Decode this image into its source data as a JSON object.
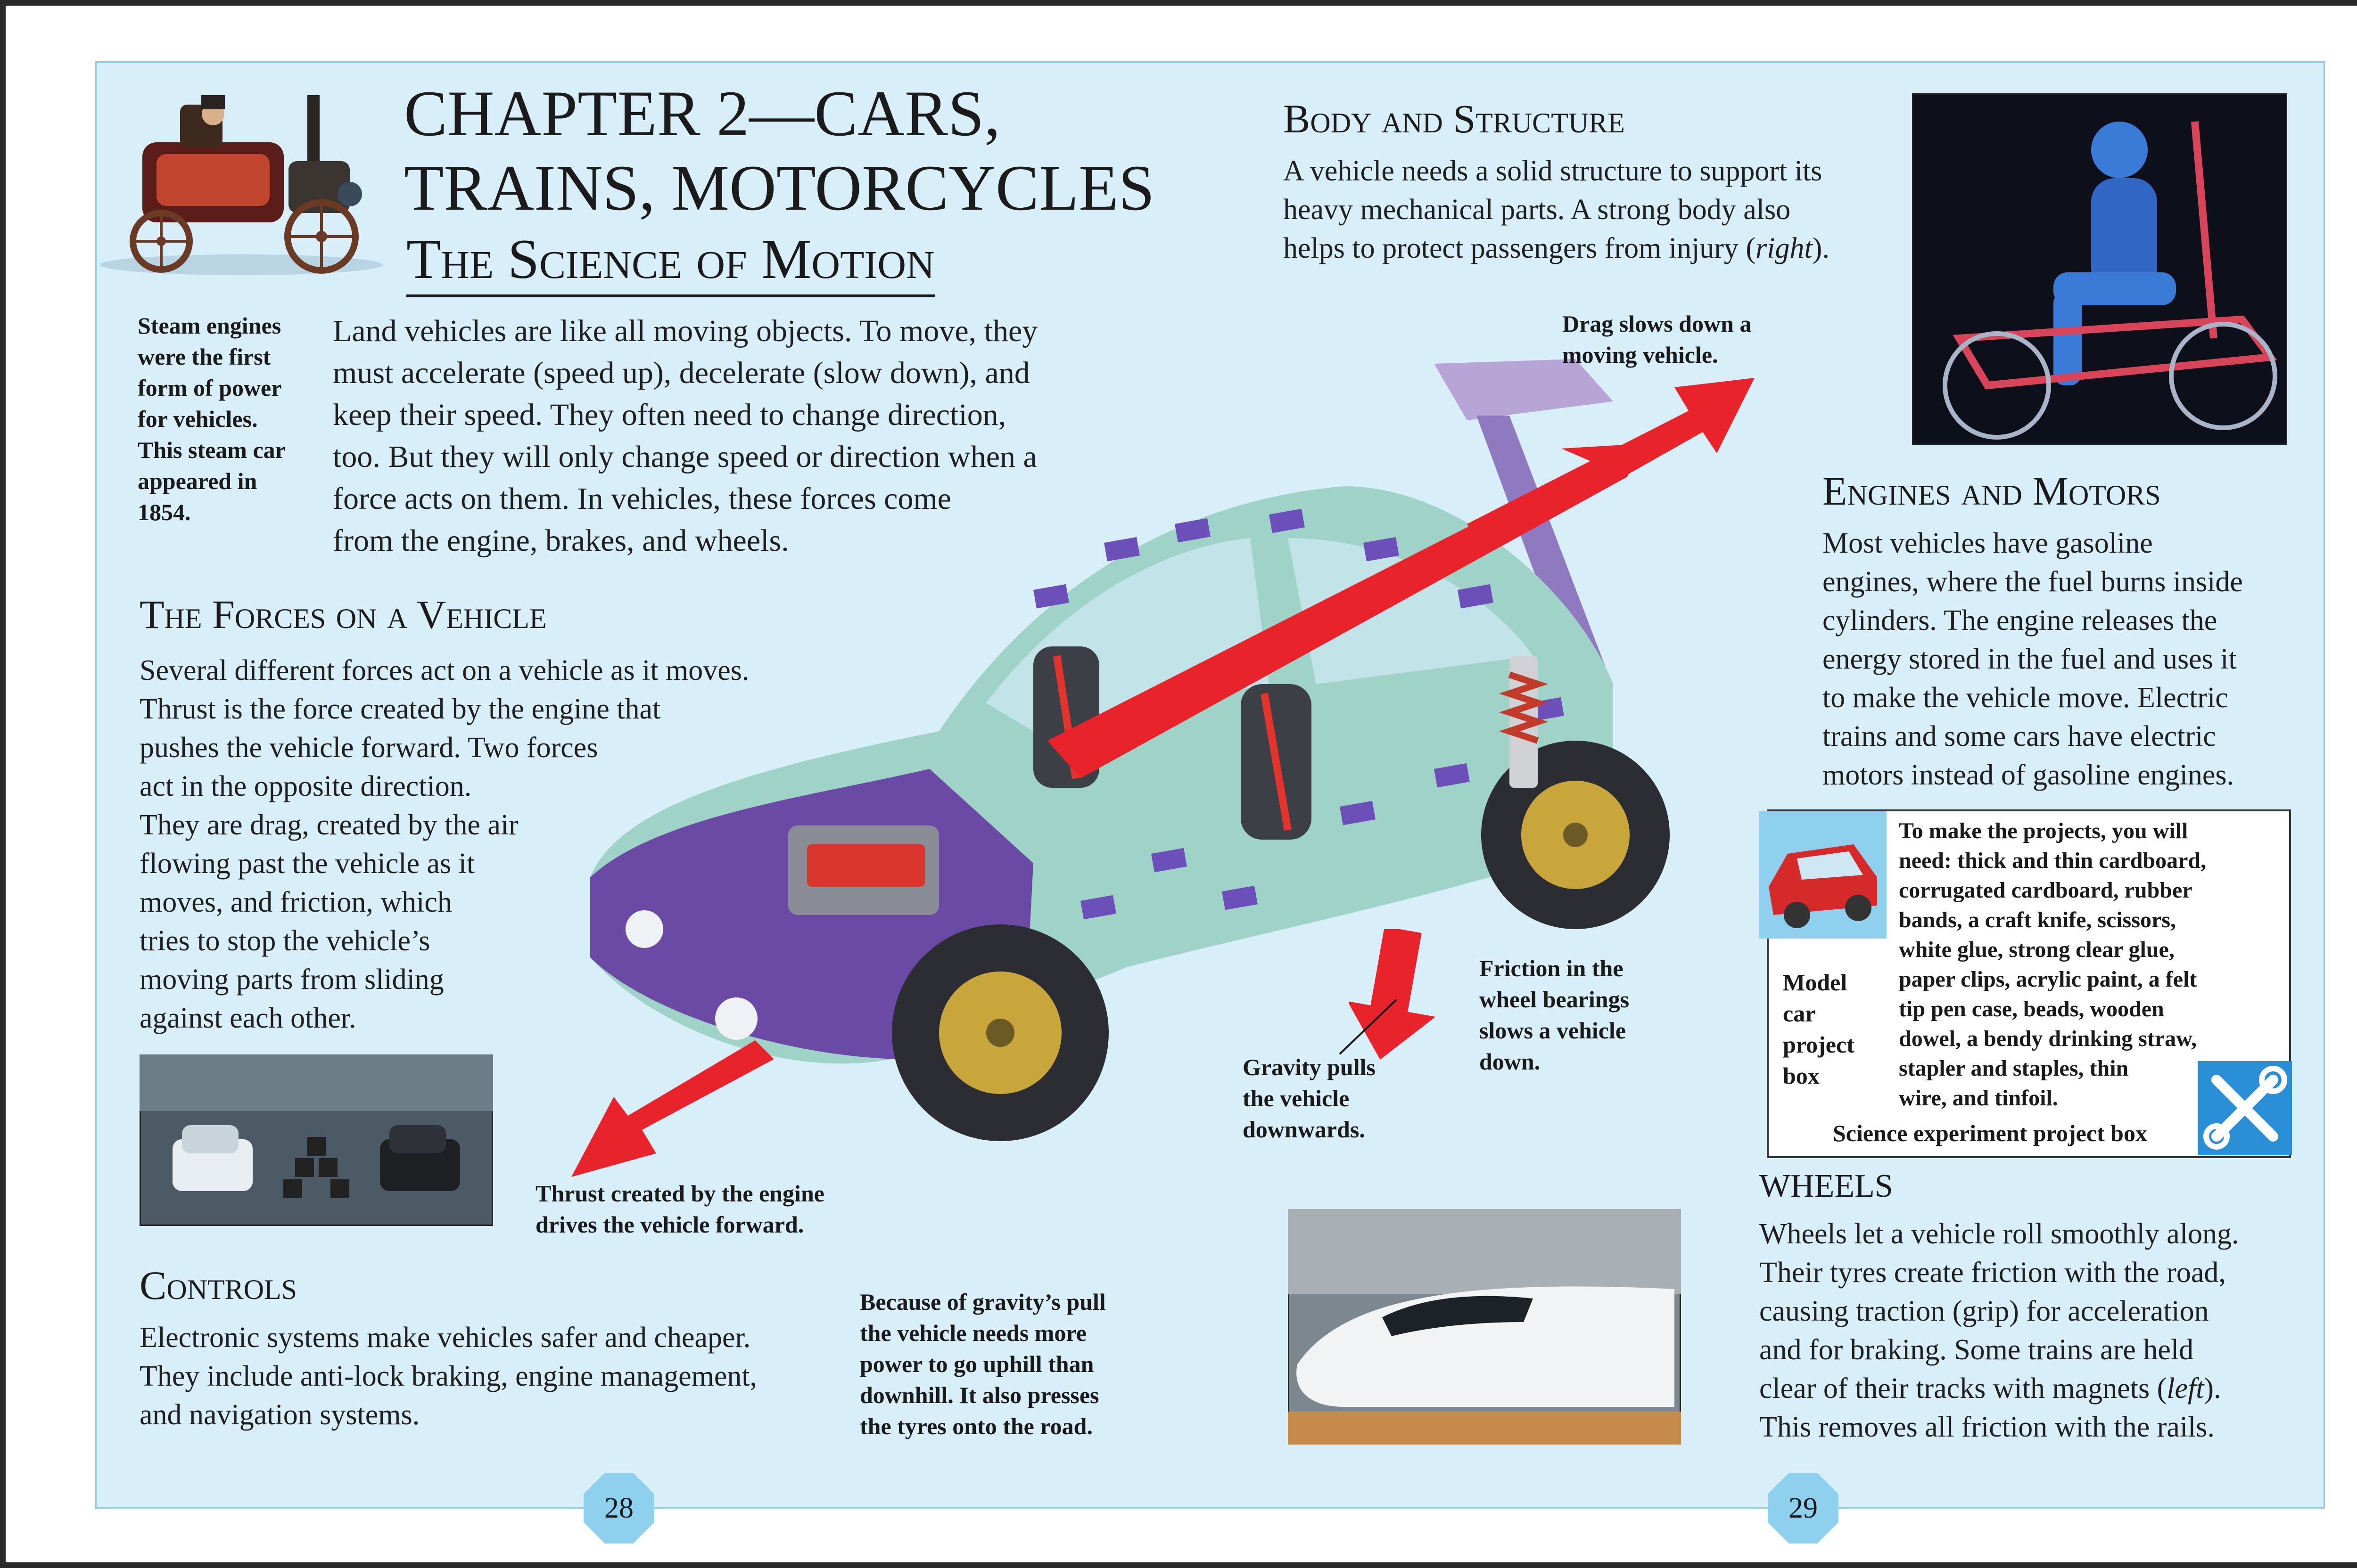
{
  "title": {
    "chapter": "CHAPTER 2—CARS,\nTRAINS, MOTORCYCLES",
    "subtitle": "The Science of Motion"
  },
  "steam_caption": [
    "Steam engines",
    "were the first",
    "form of power",
    "for vehicles.",
    "This steam car",
    "appeared in",
    "1854."
  ],
  "intro": [
    "Land vehicles are like all moving objects. To move, they",
    "must accelerate (speed up), decelerate (slow down), and",
    "keep their speed. They often need to change direction,",
    "too. But they will only change speed or direction when a",
    "force acts on them. In vehicles, these forces come",
    "from the engine, brakes, and wheels."
  ],
  "forces": {
    "heading": "The Forces on a Vehicle",
    "lines": [
      "Several different forces act on a vehicle as it moves.",
      "Thrust is the force created by the engine that",
      "pushes the vehicle forward. Two forces",
      "act in the opposite direction.",
      "They are drag, created by the air",
      "flowing past the vehicle as it",
      "moves, and friction, which",
      "tries to stop the vehicle’s",
      "moving parts from sliding",
      "against each other."
    ]
  },
  "controls": {
    "heading": "Controls",
    "lines": [
      "Electronic systems make vehicles safer and cheaper.",
      "They include anti-lock braking, engine management,",
      "and navigation systems."
    ]
  },
  "body": {
    "heading": "Body and Structure",
    "lines": [
      "A vehicle needs a solid structure to support its",
      "heavy mechanical parts. A strong body also"
    ],
    "last_line_pre": "helps to protect passengers from injury (",
    "last_line_em": "right",
    "last_line_post": ")."
  },
  "engines": {
    "heading": "Engines and Motors",
    "lines": [
      "Most vehicles have gasoline",
      "engines, where the fuel burns inside",
      "cylinders. The engine releases the",
      "energy stored in the fuel and uses it",
      "to make the vehicle move. Electric",
      "trains and some cars have electric",
      "motors instead of gasoline engines."
    ]
  },
  "wheels": {
    "heading": "WHEELS",
    "lines": [
      "Wheels let a vehicle roll smoothly along.",
      "Their tyres create friction with the road,",
      "causing traction (grip) for acceleration",
      "and for braking. Some trains are held"
    ],
    "line5_pre": "clear of their tracks with magnets (",
    "line5_em": "left",
    "line5_post": ").",
    "line6": "This removes all friction with the rails."
  },
  "labels": {
    "drag": [
      "Drag slows down a",
      "moving vehicle."
    ],
    "friction": [
      "Friction in the",
      "wheel bearings",
      "slows a vehicle",
      "down."
    ],
    "gravity": [
      "Gravity pulls",
      "the vehicle",
      "downwards."
    ],
    "thrust": [
      "Thrust created by the engine",
      "drives the vehicle forward."
    ],
    "uphill": [
      "Because of gravity’s pull",
      "the vehicle needs more",
      "power to go uphill than",
      "downhill. It also presses",
      "the tyres onto the road."
    ]
  },
  "project_box": {
    "label": [
      "Model",
      "car",
      "project",
      "box"
    ],
    "materials": [
      "To make the projects, you will",
      "need: thick and thin cardboard,",
      "corrugated cardboard, rubber",
      "bands, a craft knife, scissors,",
      "white glue, strong clear glue,",
      "paper clips, acrylic paint, a felt",
      "tip pen case, beads, wooden",
      "dowel, a bendy drinking straw,",
      "stapler and staples, thin",
      "wire, and tinfoil."
    ],
    "footer": "Science experiment project box"
  },
  "pages": {
    "left": "28",
    "right": "29"
  },
  "colors": {
    "panel": "#d8eef9",
    "arrow": "#e8232b",
    "badge": "#8fd0ef"
  }
}
